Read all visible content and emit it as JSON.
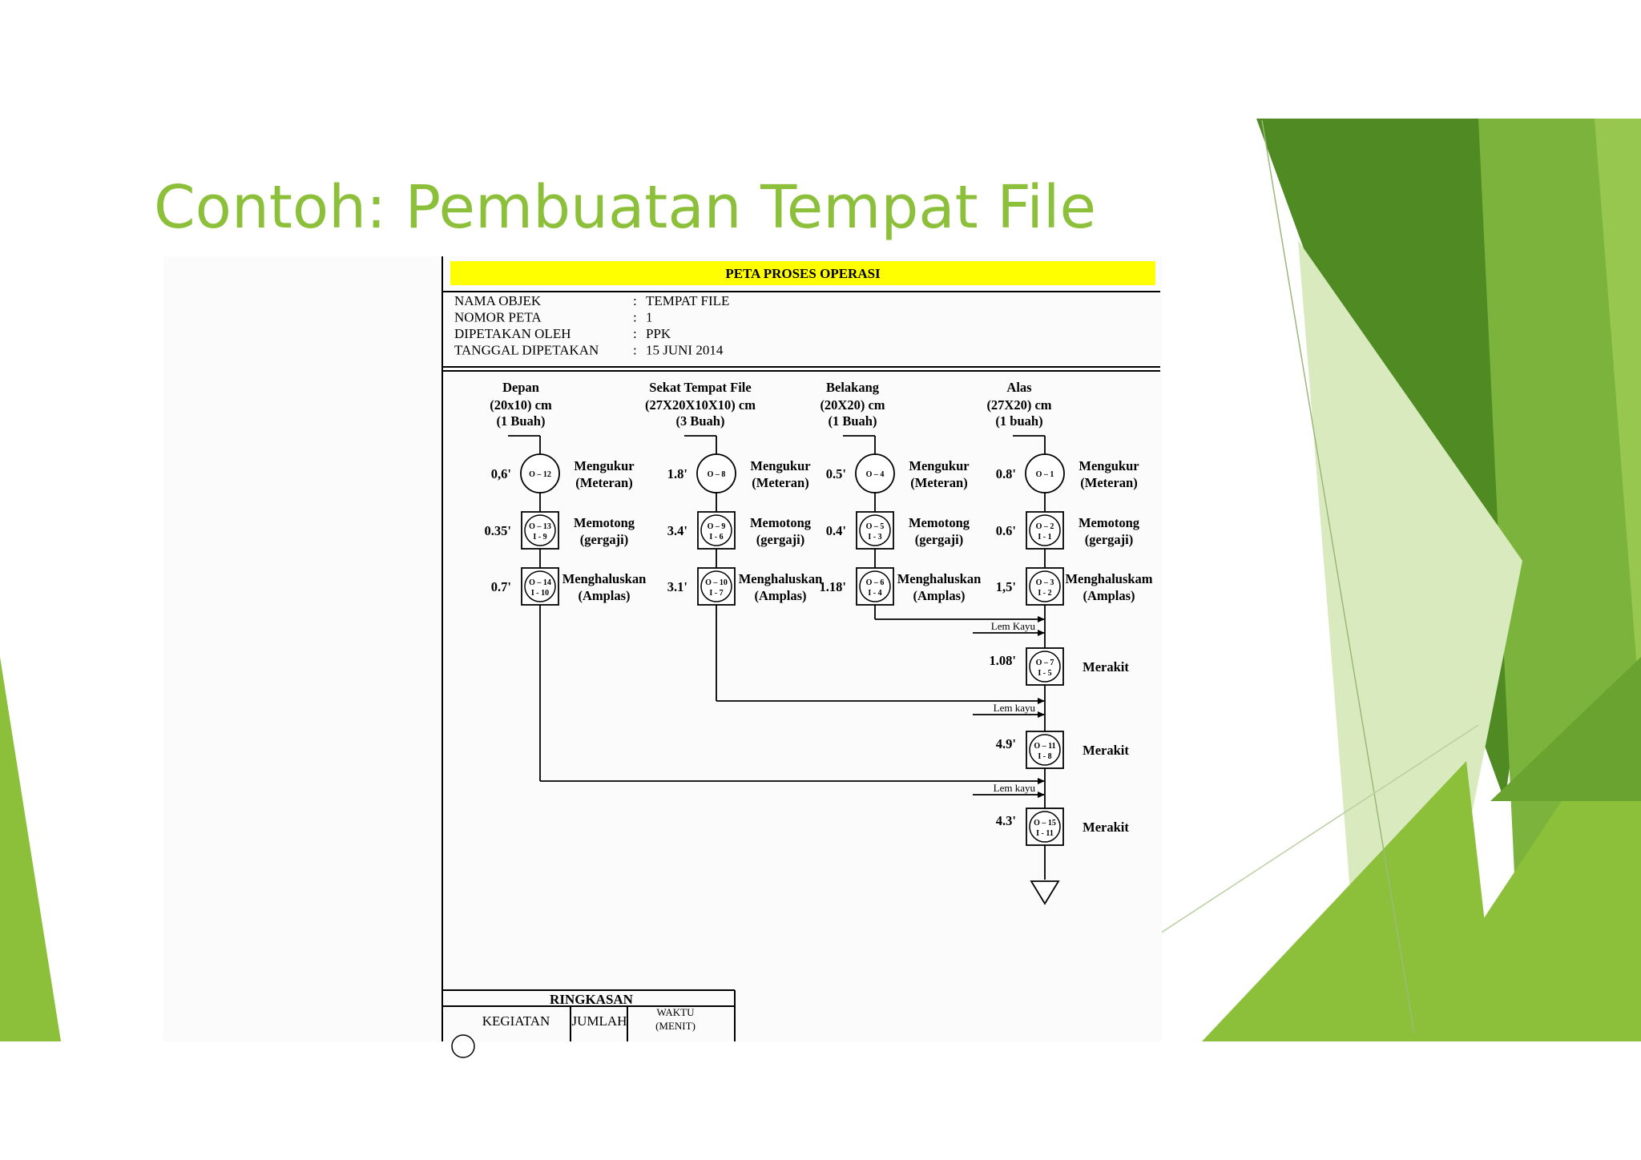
{
  "slide": {
    "title": "Contoh: Pembuatan Tempat File",
    "colors": {
      "title": "#8cc03a",
      "accent_dark": "#4f8a22",
      "accent_mid": "#79b03c",
      "accent_light": "#c8df9c",
      "banner": "#ffff00"
    }
  },
  "chart": {
    "header": "PETA PROSES OPERASI",
    "meta": [
      {
        "label": "NAMA OBJEK",
        "value": "TEMPAT FILE"
      },
      {
        "label": "NOMOR PETA",
        "value": "1"
      },
      {
        "label": "DIPETAKAN OLEH",
        "value": "PPK"
      },
      {
        "label": "TANGGAL DIPETAKAN",
        "value": "15 JUNI 2014"
      }
    ],
    "columns": [
      {
        "name": "Depan",
        "dims": "(20x10) cm",
        "qty": "(1 Buah)",
        "steps": [
          {
            "time": "0,6'",
            "code": "O – 12",
            "label1": "Mengukur",
            "label2": "(Meteran)"
          },
          {
            "time": "0.35'",
            "code": "O – 13",
            "code2": "I - 9",
            "label1": "Memotong",
            "label2": "(gergaji)"
          },
          {
            "time": "0.7'",
            "code": "O – 14",
            "code2": "I - 10",
            "label1": "Menghaluskan",
            "label2": "(Amplas)"
          }
        ]
      },
      {
        "name": "Sekat Tempat File",
        "dims": "(27X20X10X10) cm",
        "qty": "(3 Buah)",
        "steps": [
          {
            "time": "1.8'",
            "code": "O – 8",
            "label1": "Mengukur",
            "label2": "(Meteran)"
          },
          {
            "time": "3.4'",
            "code": "O – 9",
            "code2": "I - 6",
            "label1": "Memotong",
            "label2": "(gergaji)"
          },
          {
            "time": "3.1'",
            "code": "O – 10",
            "code2": "I - 7",
            "label1": "Menghaluskan",
            "label2": "(Amplas)"
          }
        ]
      },
      {
        "name": "Belakang",
        "dims": "(20X20) cm",
        "qty": "(1 Buah)",
        "steps": [
          {
            "time": "0.5'",
            "code": "O – 4",
            "label1": "Mengukur",
            "label2": "(Meteran)"
          },
          {
            "time": "0.4'",
            "code": "O – 5",
            "code2": "I - 3",
            "label1": "Memotong",
            "label2": "(gergaji)"
          },
          {
            "time": "1.18'",
            "code": "O – 6",
            "code2": "I - 4",
            "label1": "Menghaluskan",
            "label2": "(Amplas)"
          }
        ]
      },
      {
        "name": "Alas",
        "dims": "(27X20) cm",
        "qty": "(1 buah)",
        "steps": [
          {
            "time": "0.8'",
            "code": "O – 1",
            "label1": "Mengukur",
            "label2": "(Meteran)"
          },
          {
            "time": "0.6'",
            "code": "O – 2",
            "code2": "I - 1",
            "label1": "Memotong",
            "label2": "(gergaji)"
          },
          {
            "time": "1,5'",
            "code": "O – 3",
            "code2": "I - 2",
            "label1": "Menghaluskam",
            "label2": "(Amplas)"
          }
        ]
      }
    ],
    "assembly": [
      {
        "material": "Lem Kayu",
        "time": "1.08'",
        "code": "O – 7",
        "code2": "I - 5",
        "label": "Merakit"
      },
      {
        "material": "Lem kayu",
        "time": "4.9'",
        "code": "O – 11",
        "code2": "I - 8",
        "label": "Merakit"
      },
      {
        "material": "Lem kayu",
        "time": "4.3'",
        "code": "O – 15",
        "code2": "I - 11",
        "label": "Merakit"
      }
    ],
    "summary": {
      "title": "RINGKASAN",
      "columns": [
        "KEGIATAN",
        "JUMLAH",
        "WAKTU",
        "(MENIT)"
      ]
    }
  }
}
